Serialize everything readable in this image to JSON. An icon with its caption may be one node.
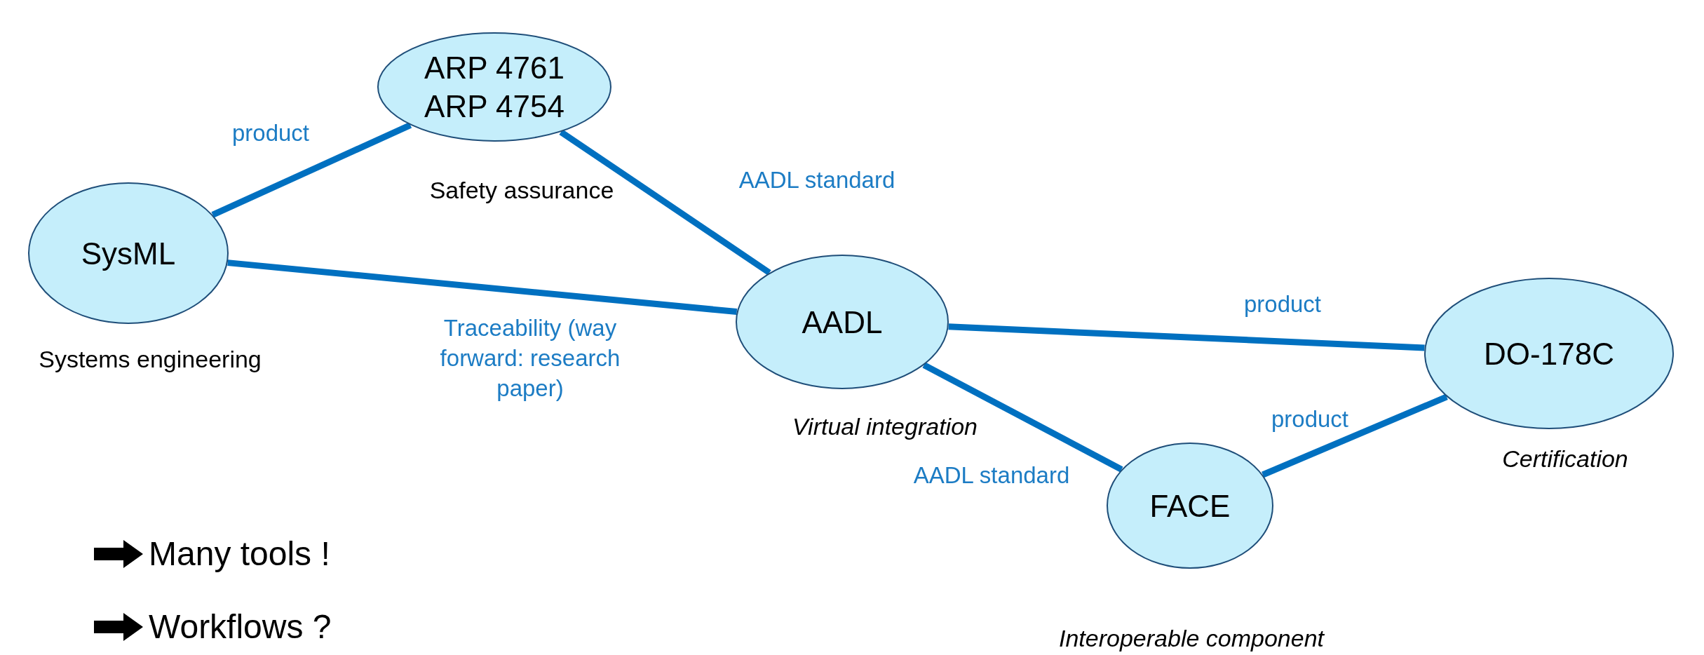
{
  "diagram": {
    "nodes": [
      {
        "text": [
          "ARP 4761 ARP 4754"
        ],
        "beside": [
          "Safety assurance"
        ]
      },
      {
        "text": [
          "SysML"
        ],
        "beside": [
          "Systems engineering"
        ]
      },
      {
        "text": [
          "AADL"
        ],
        "beside": [
          "Virtual integration"
        ]
      },
      {
        "text": [
          "DO-178C"
        ],
        "beside": [
          "Certification"
        ]
      },
      {
        "text": [
          "FACE"
        ],
        "beside": [
          "Interoperable component"
        ]
      }
    ],
    "edges": [
      {
        "from": 1,
        "to": 0,
        "arrow": "none",
        "label": "product"
      },
      {
        "from": 0,
        "to": 2,
        "arrow": "none",
        "label": "AADL standard"
      },
      {
        "from": 1,
        "to": 2,
        "arrow": "none",
        "label": "Traceability (way forward: research paper)"
      },
      {
        "from": 2,
        "to": 3,
        "arrow": "none",
        "label": "product"
      },
      {
        "from": 2,
        "to": 4,
        "arrow": "none",
        "label": "AADL standard"
      },
      {
        "from": 4,
        "to": 3,
        "arrow": "none",
        "label": "product"
      }
    ],
    "labels": [
      "Many tools !",
      "Workflows ?"
    ]
  }
}
